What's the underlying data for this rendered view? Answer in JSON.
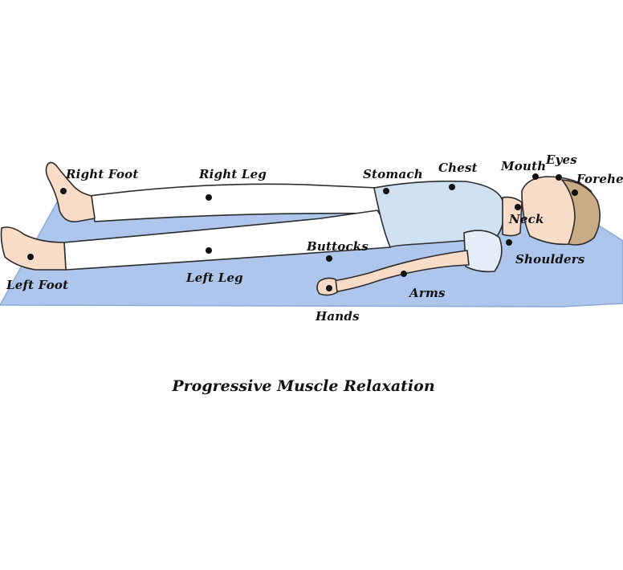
{
  "title": "Progressive Muscle Relaxation",
  "body_parts": [
    {
      "id": "right-foot",
      "label": "Right Foot"
    },
    {
      "id": "right-leg",
      "label": "Right Leg"
    },
    {
      "id": "stomach",
      "label": "Stomach"
    },
    {
      "id": "chest",
      "label": "Chest"
    },
    {
      "id": "mouth",
      "label": "Mouth"
    },
    {
      "id": "eyes",
      "label": "Eyes"
    },
    {
      "id": "forehead",
      "label": "Forehead"
    },
    {
      "id": "neck",
      "label": "Neck"
    },
    {
      "id": "shoulders",
      "label": "Shoulders"
    },
    {
      "id": "buttocks",
      "label": "Buttocks"
    },
    {
      "id": "left-foot",
      "label": "Left Foot"
    },
    {
      "id": "left-leg",
      "label": "Left Leg"
    },
    {
      "id": "arms",
      "label": "Arms"
    },
    {
      "id": "hands",
      "label": "Hands"
    }
  ],
  "colors": {
    "mat": "#aec6ec",
    "mat_edge": "#8aa9d8",
    "shirt": "#cfe0f1",
    "pants": "#ffffff",
    "skin": "#f9dcc7",
    "hair": "#c9ab86",
    "ink": "#111111"
  }
}
